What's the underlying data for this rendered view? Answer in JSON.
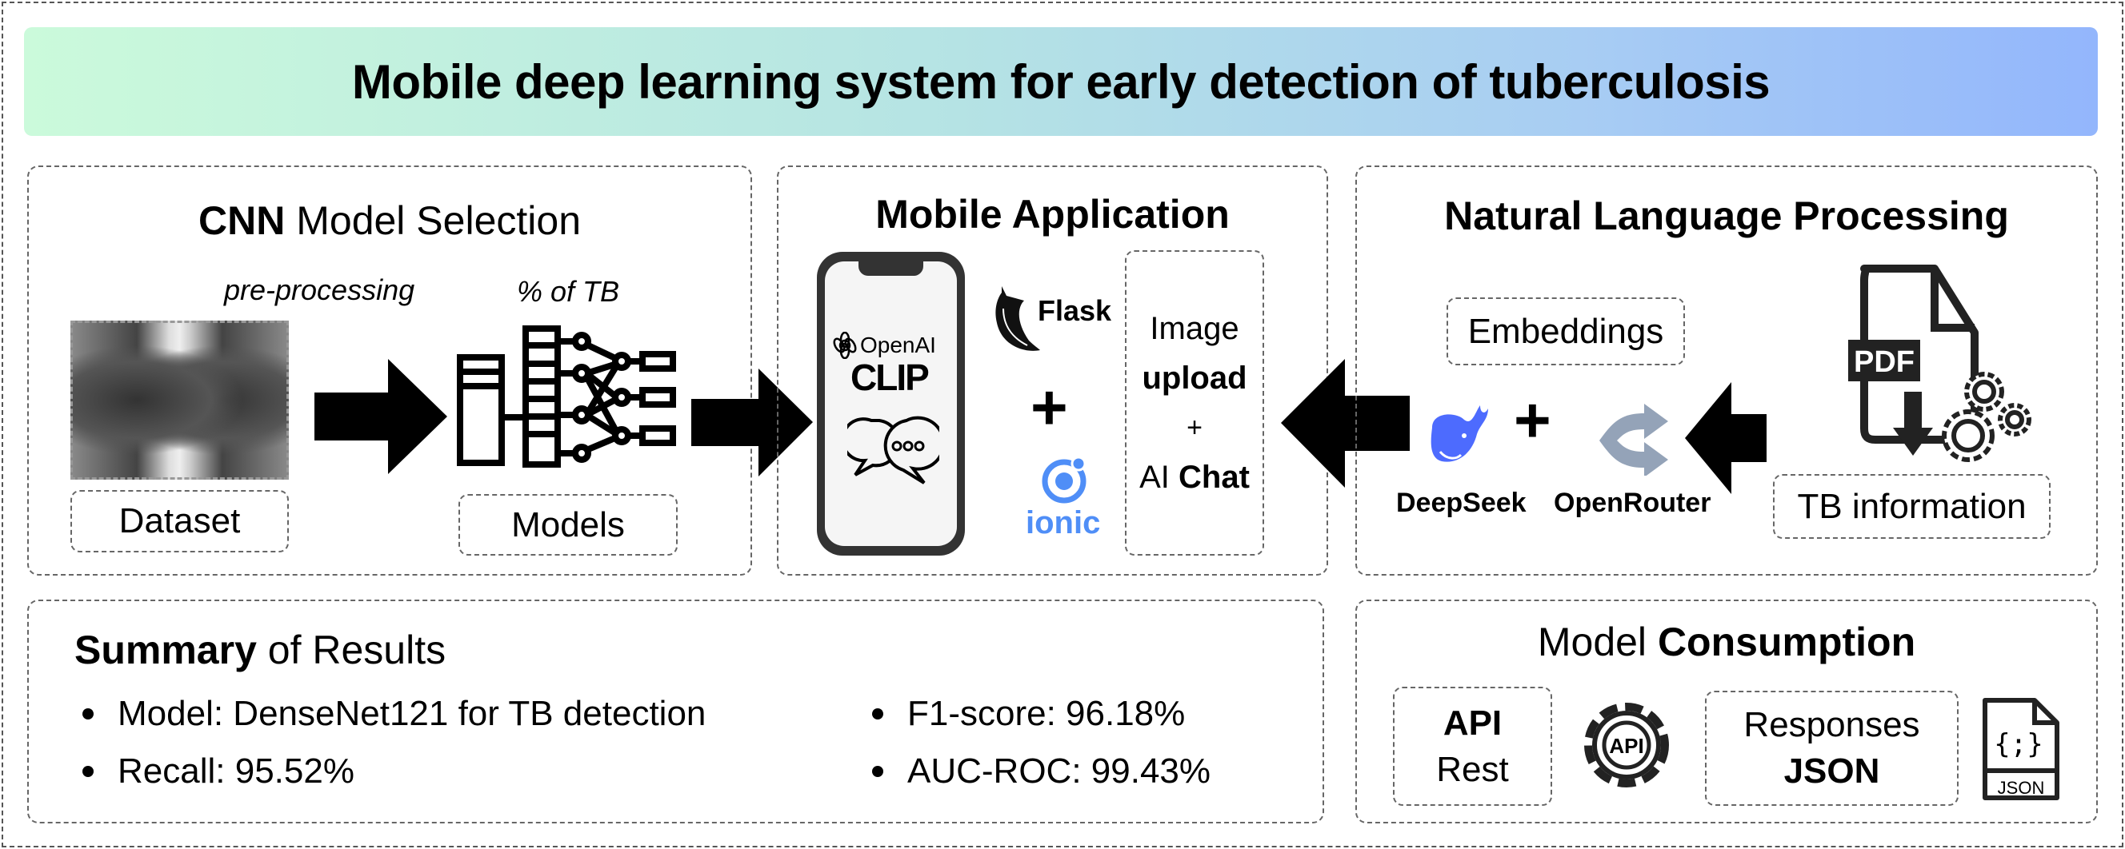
{
  "title": "Mobile deep learning system for early detection of tuberculosis",
  "cnn": {
    "heading_bold": "CNN",
    "heading_rest": "Model Selection",
    "preprocessing": "pre-processing",
    "pct_tb": "% of TB",
    "dataset": "Dataset",
    "models": "Models"
  },
  "mobile": {
    "heading": "Mobile Application",
    "openai": "OpenAI",
    "clip": "CLIP",
    "flask": "Flask",
    "ionic": "ionic",
    "plus": "+",
    "upload_box": {
      "line1": "Image",
      "line2": "upload",
      "plus": "+",
      "ai": "AI",
      "chat": "Chat"
    }
  },
  "nlp": {
    "heading": "Natural Language Processing",
    "embeddings": "Embeddings",
    "deepseek": "DeepSeek",
    "openrouter": "OpenRouter",
    "plus": "+",
    "pdf": "PDF",
    "tb_info": "TB information"
  },
  "summary": {
    "heading_bold": "Summary",
    "heading_rest": "of Results",
    "items": [
      "Model: DenseNet121 for TB detection",
      "Recall: 95.52%",
      "F1-score: 96.18%",
      "AUC-ROC: 99.43%"
    ]
  },
  "consumption": {
    "heading_rest": "Model",
    "heading_bold": "Consumption",
    "api": "API",
    "rest": "Rest",
    "api_icon_text": "API",
    "responses": "Responses",
    "json": "JSON",
    "json_icon_braces": "{;}",
    "json_icon_text": "JSON"
  },
  "colors": {
    "banner_start": "#cbfadb",
    "banner_end": "#93b6fc",
    "ionic_blue": "#4f8ef7",
    "deepseek_blue": "#4d6bfe",
    "openrouter_gray": "#94a3b8"
  }
}
